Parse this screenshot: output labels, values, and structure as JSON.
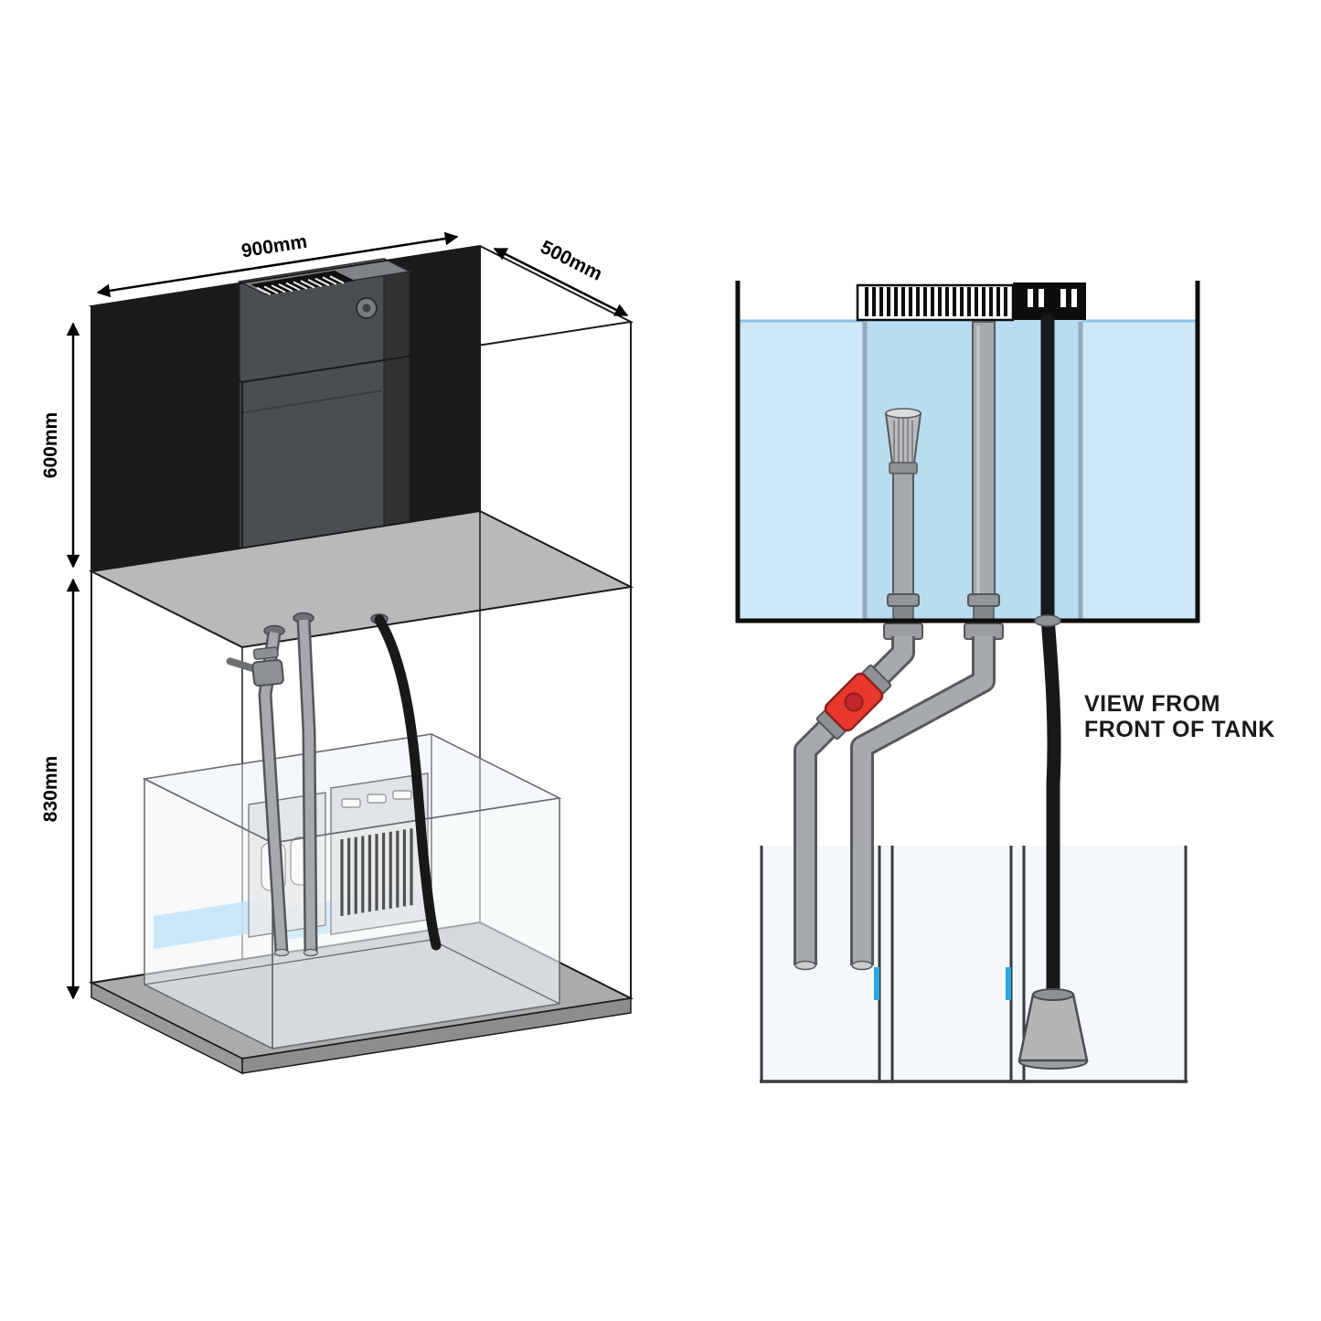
{
  "left_diagram": {
    "dimensions": {
      "width": "900mm",
      "depth": "500mm",
      "tank_height": "600mm",
      "cabinet_height": "830mm"
    }
  },
  "right_diagram": {
    "caption": {
      "line1": "VIEW FROM",
      "line2": "FRONT OF TANK"
    }
  },
  "colors": {
    "background": "#ffffff",
    "panel_black": "#1b1b1d",
    "water_blue": "#cfe8f7",
    "overflow_water_blue": "#b9dcf0",
    "sump_water_blue": "#b5def4",
    "waterline_blue": "#8fc3e2",
    "valve_red": "#e8372c",
    "level_mark_blue": "#2aa9e0",
    "pipe_gray": "#a7aaad",
    "hose_black": "#17181a"
  }
}
